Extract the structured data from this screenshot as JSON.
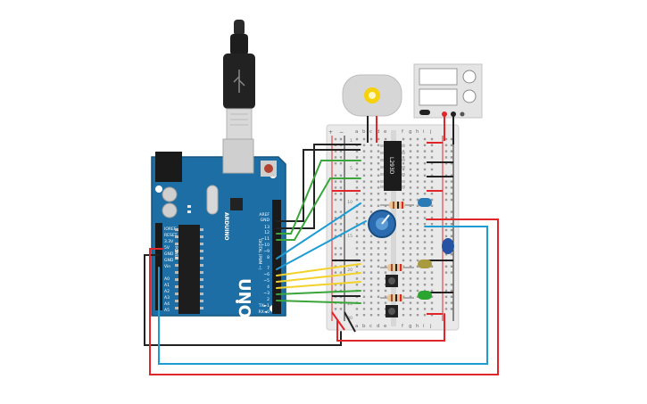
{
  "arduino": {
    "model": "UNO",
    "brand": "ARDUINO",
    "reset_label": "RESET",
    "header_top": [
      "AREF",
      "GND",
      "13",
      "12",
      "~11",
      "~10",
      "~9",
      "8"
    ],
    "header_bottom": [
      "7",
      "~6",
      "~5",
      "4",
      "~3",
      "2",
      "TX►1",
      "RX◄0"
    ],
    "digital_label": "DIGITAL (PWM ~)",
    "power_pins": [
      "IOREF",
      "RESET",
      "3.3V",
      "5V",
      "GND",
      "GND",
      "Vin"
    ],
    "power_label": "POWER",
    "analog_pins": [
      "A0",
      "A1",
      "A2",
      "A3",
      "A4",
      "A5"
    ],
    "analog_label": "ANALOG IN",
    "board_color": "#1c6ea4"
  },
  "driver_chip": {
    "label": "L293D"
  },
  "breadboard": {
    "columns_top": [
      "a",
      "b",
      "c",
      "d",
      "e",
      "f",
      "g",
      "h",
      "i",
      "j"
    ],
    "columns_bottom": [
      "a",
      "b",
      "c",
      "d",
      "e",
      "f",
      "g",
      "h",
      "i",
      "j"
    ],
    "rails": [
      "+",
      "−"
    ],
    "rows": [
      "1",
      "5",
      "10",
      "15",
      "20",
      "25",
      "30"
    ]
  },
  "components": {
    "motor": "dc-motor",
    "power_supply": "power-supply",
    "potentiometer": "potentiometer",
    "buttons": [
      "push-button-1",
      "push-button-2"
    ],
    "leds": [
      "yellow-led",
      "green-led"
    ],
    "capacitors": [
      "blue-capacitor-1",
      "blue-capacitor-2"
    ]
  },
  "colors": {
    "wire_red": "#e0262b",
    "wire_black": "#222222",
    "wire_green": "#3aa53a",
    "wire_yellow": "#f2d22a",
    "wire_blue": "#1e9bd2",
    "breadboard": "#e9e9e9"
  }
}
